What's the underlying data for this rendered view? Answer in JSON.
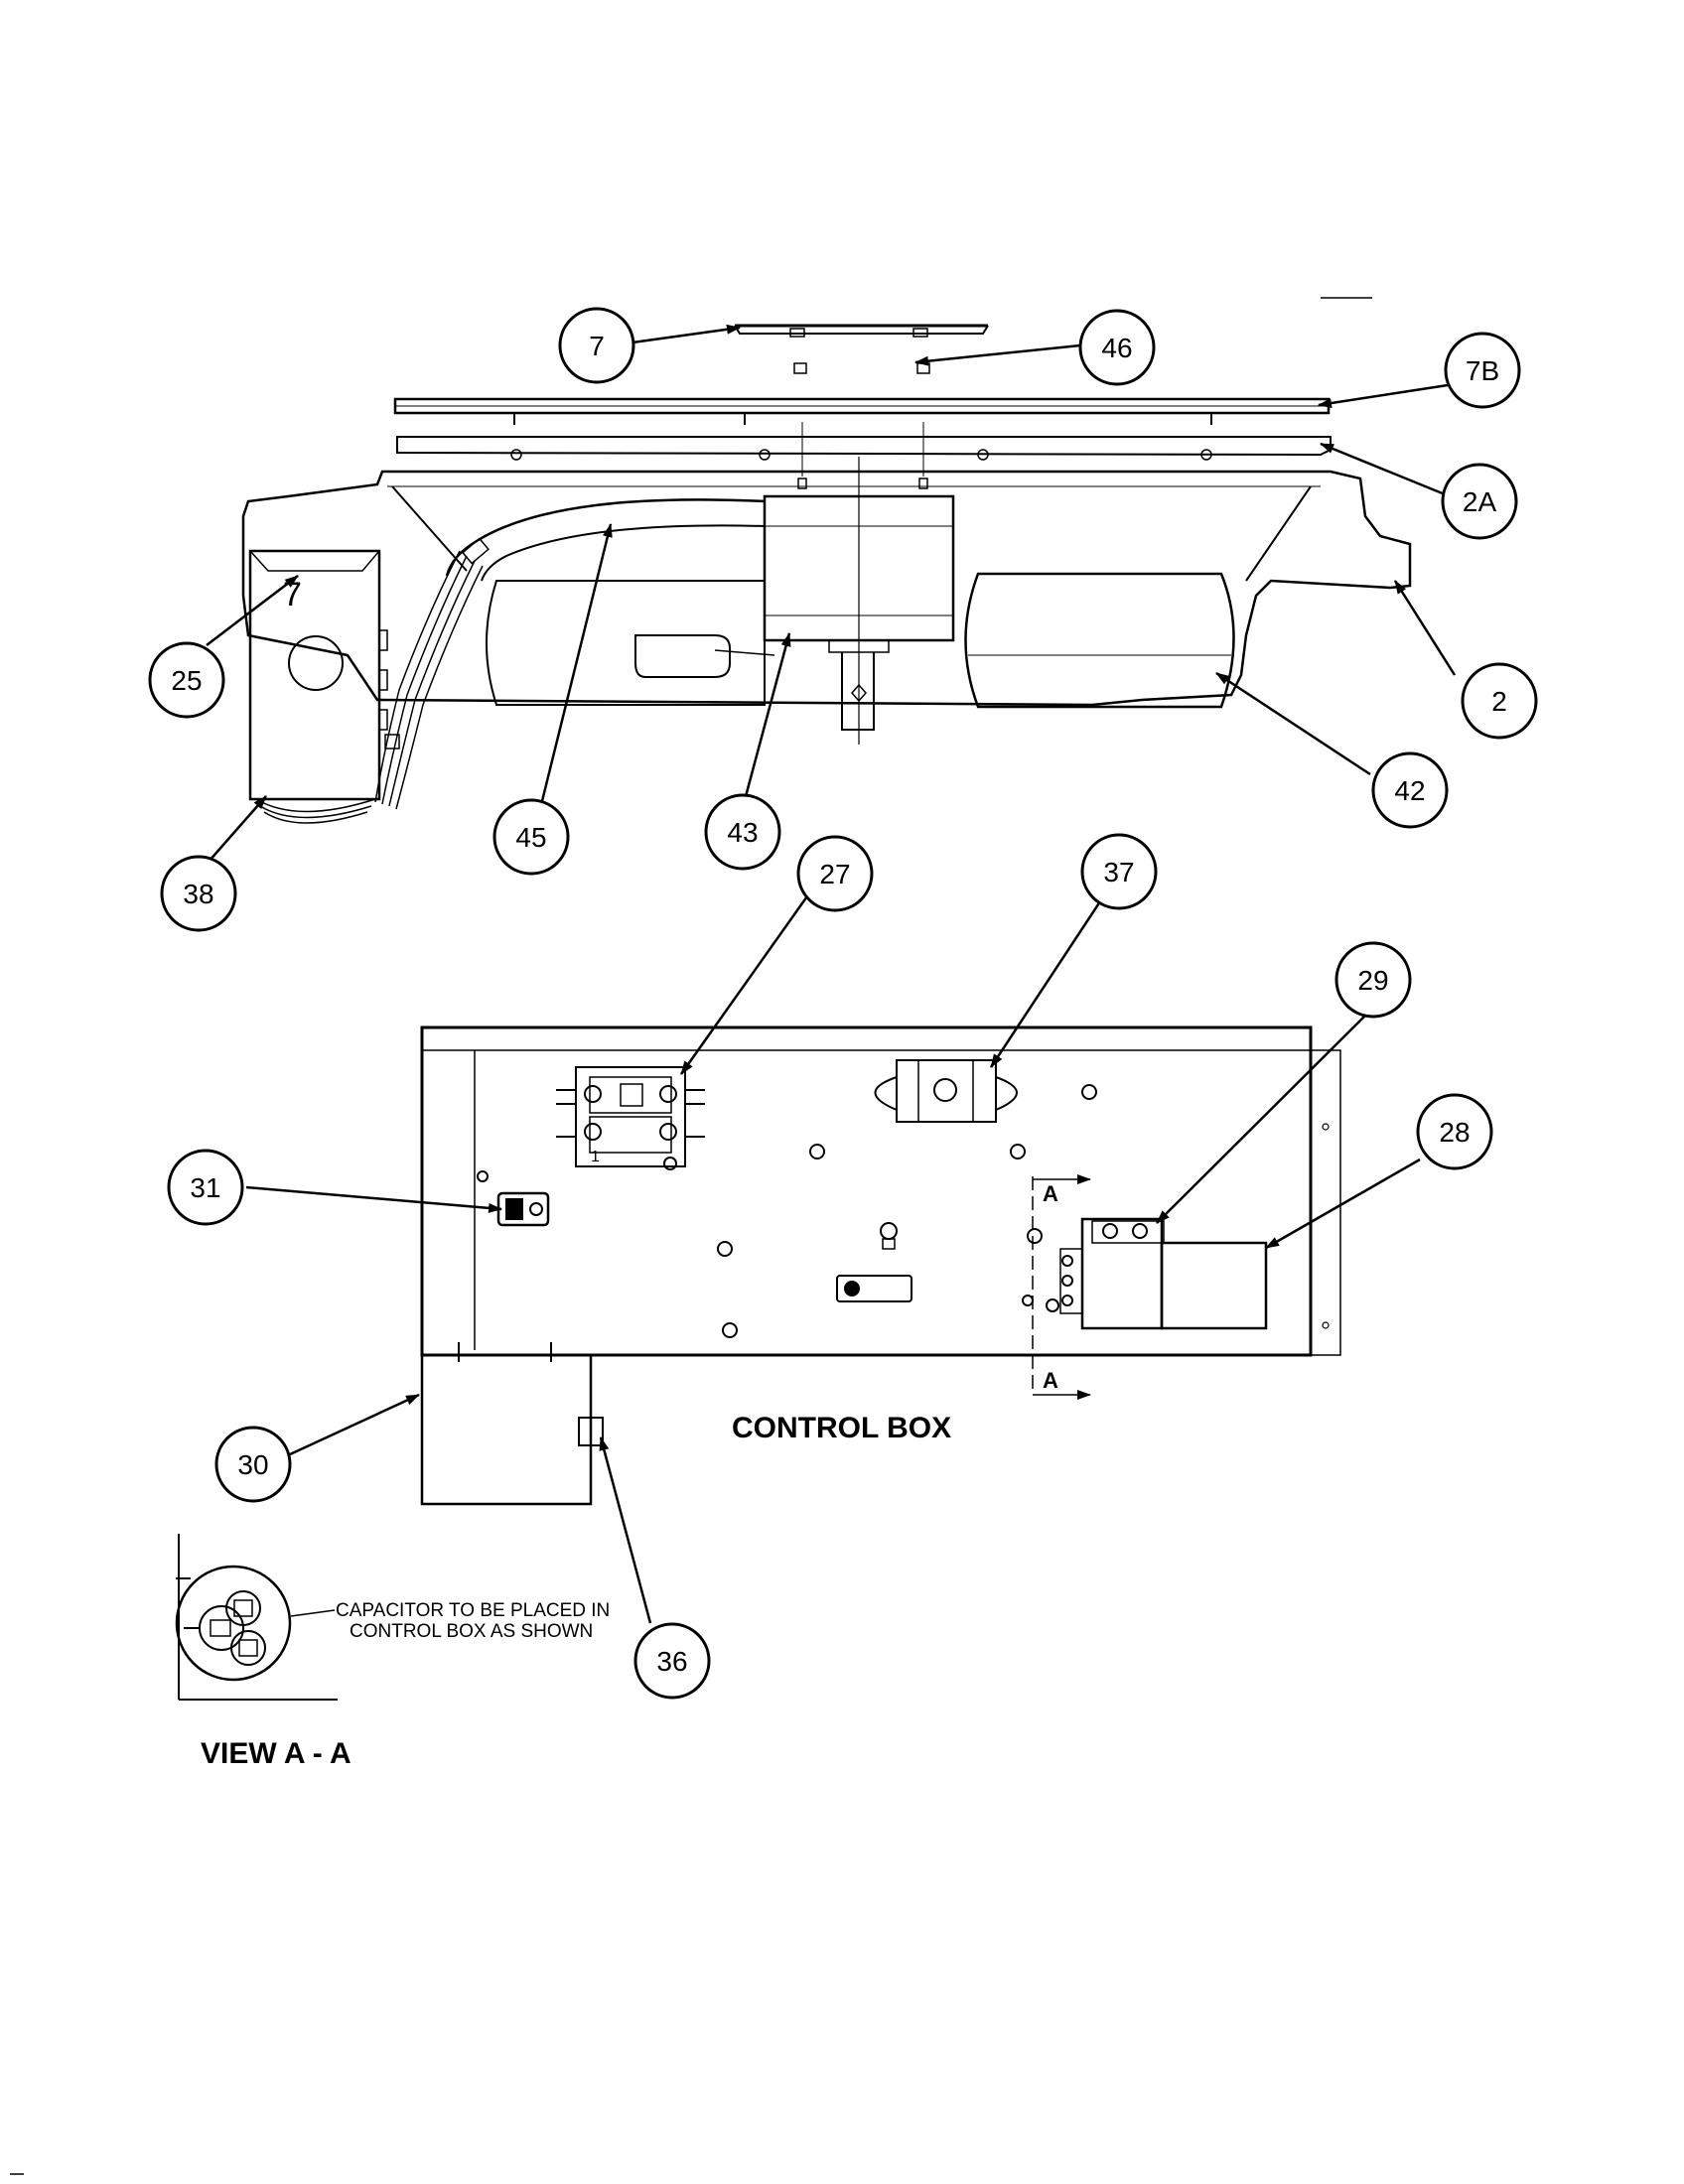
{
  "callouts": {
    "c7": "7",
    "c46": "46",
    "c7b": "7B",
    "c2a": "2A",
    "c2": "2",
    "c25": "25",
    "c42": "42",
    "c45": "45",
    "c43": "43",
    "c38": "38",
    "c27": "27",
    "c37": "37",
    "c29": "29",
    "c28": "28",
    "c31": "31",
    "c30": "30",
    "c36": "36"
  },
  "labels": {
    "control_box": "CONTROL BOX",
    "view_aa": "VIEW A - A",
    "capacitor_note_line1": "CAPACITOR TO BE PLACED IN",
    "capacitor_note_line2": "CONTROL BOX AS SHOWN",
    "section_a_top": "A",
    "section_a_bottom": "A",
    "contactor_1": "1",
    "handwritten_mark": "7"
  }
}
